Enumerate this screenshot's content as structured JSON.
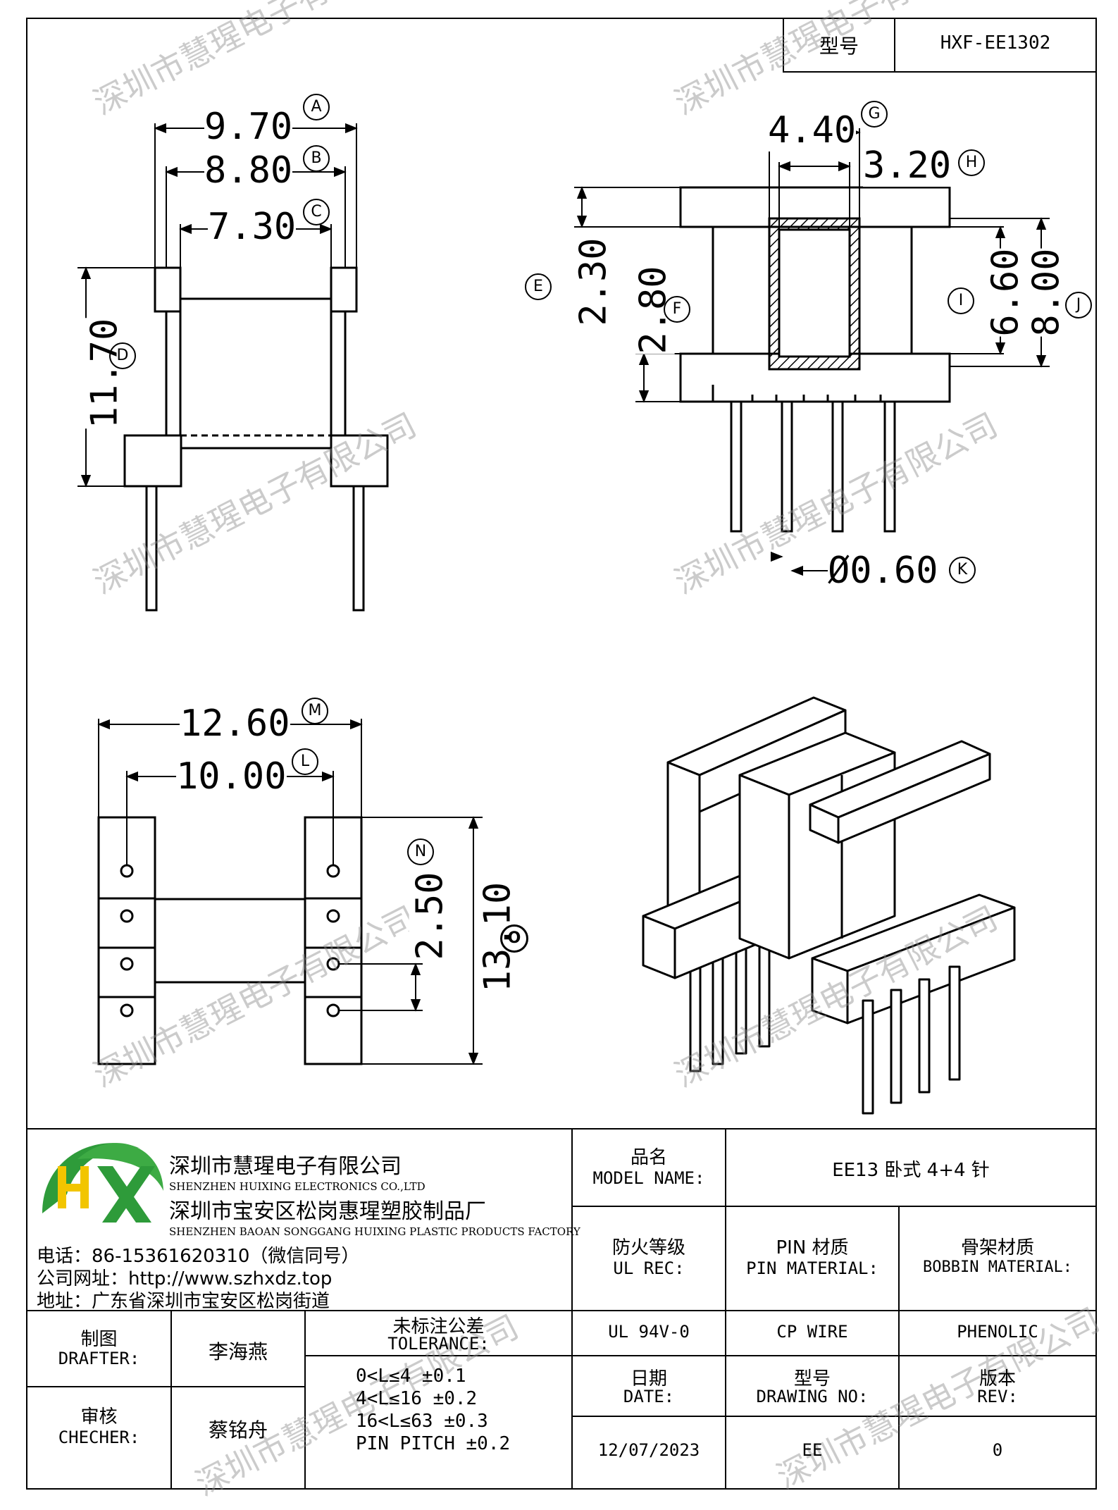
{
  "header": {
    "model_label": "型号",
    "model_value": "HXF-EE1302"
  },
  "drawing": {
    "top_left": {
      "dim_a": "9.70",
      "tag_a": "A",
      "dim_b": "8.80",
      "tag_b": "B",
      "dim_c": "7.30",
      "tag_c": "C",
      "dim_d": "11.70",
      "tag_d": "D"
    },
    "top_right": {
      "dim_g": "4.40",
      "tag_g": "G",
      "dim_h": "3.20",
      "tag_h": "H",
      "dim_e": "2.30",
      "tag_e": "E",
      "dim_f": "2.80",
      "tag_f": "F",
      "dim_i": "6.60",
      "tag_i": "I",
      "dim_j": "8.00",
      "tag_j": "J",
      "dim_k": "Ø0.60",
      "tag_k": "K"
    },
    "bottom_left": {
      "dim_m": "12.60",
      "tag_m": "M",
      "dim_l": "10.00",
      "tag_l": "L",
      "dim_n": "2.50",
      "tag_n": "N",
      "dim_o": "13.10",
      "tag_o": "O"
    }
  },
  "watermark": "深圳市慧瑆电子有限公司",
  "company": {
    "name_cn": "深圳市慧瑆电子有限公司",
    "name_en": "SHENZHEN HUIXING ELECTRONICS CO.,LTD",
    "factory_cn": "深圳市宝安区松岗惠瑆塑胶制品厂",
    "factory_en": "SHENZHEN BAOAN SONGGANG HUIXING PLASTIC PRODUCTS FACTORY",
    "phone": "电话：86-15361620310（微信同号）",
    "website": "公司网址：http://www.szhxdz.top",
    "address": "地址：广东省深圳市宝安区松岗街道",
    "logo_text": "HX",
    "colors": {
      "green": "#2e9b3a",
      "yellow": "#f2c500"
    }
  },
  "title_block": {
    "model_name_cn": "品名",
    "model_name_en": "MODEL NAME:",
    "model_name_value": "EE13 卧式 4+4 针",
    "ul_rec_cn": "防火等级",
    "ul_rec_en": "UL REC:",
    "ul_rec_value": "UL 94V-0",
    "pin_material_cn": "PIN 材质",
    "pin_material_en": "PIN MATERIAL:",
    "pin_material_value": "CP WIRE",
    "bobbin_material_cn": "骨架材质",
    "bobbin_material_en": "BOBBIN MATERIAL:",
    "bobbin_material_value": "PHENOLIC",
    "drafter_cn": "制图",
    "drafter_en": "DRAFTER:",
    "drafter_value": "李海燕",
    "checker_cn": "审核",
    "checker_en": "CHECHER:",
    "checker_value": "蔡铭舟",
    "tolerance_cn": "未标注公差",
    "tolerance_en": "TOLERANCE:",
    "tolerance_lines": [
      "0<L≤4  ±0.1",
      "4<L≤16 ±0.2",
      "16<L≤63 ±0.3",
      "PIN PITCH ±0.2"
    ],
    "date_cn": "日期",
    "date_en": "DATE:",
    "date_value": "12/07/2023",
    "drawing_no_cn": "型号",
    "drawing_no_en": "DRAWING NO:",
    "drawing_no_value": "EE",
    "rev_cn": "版本",
    "rev_en": "REV:",
    "rev_value": "0"
  }
}
